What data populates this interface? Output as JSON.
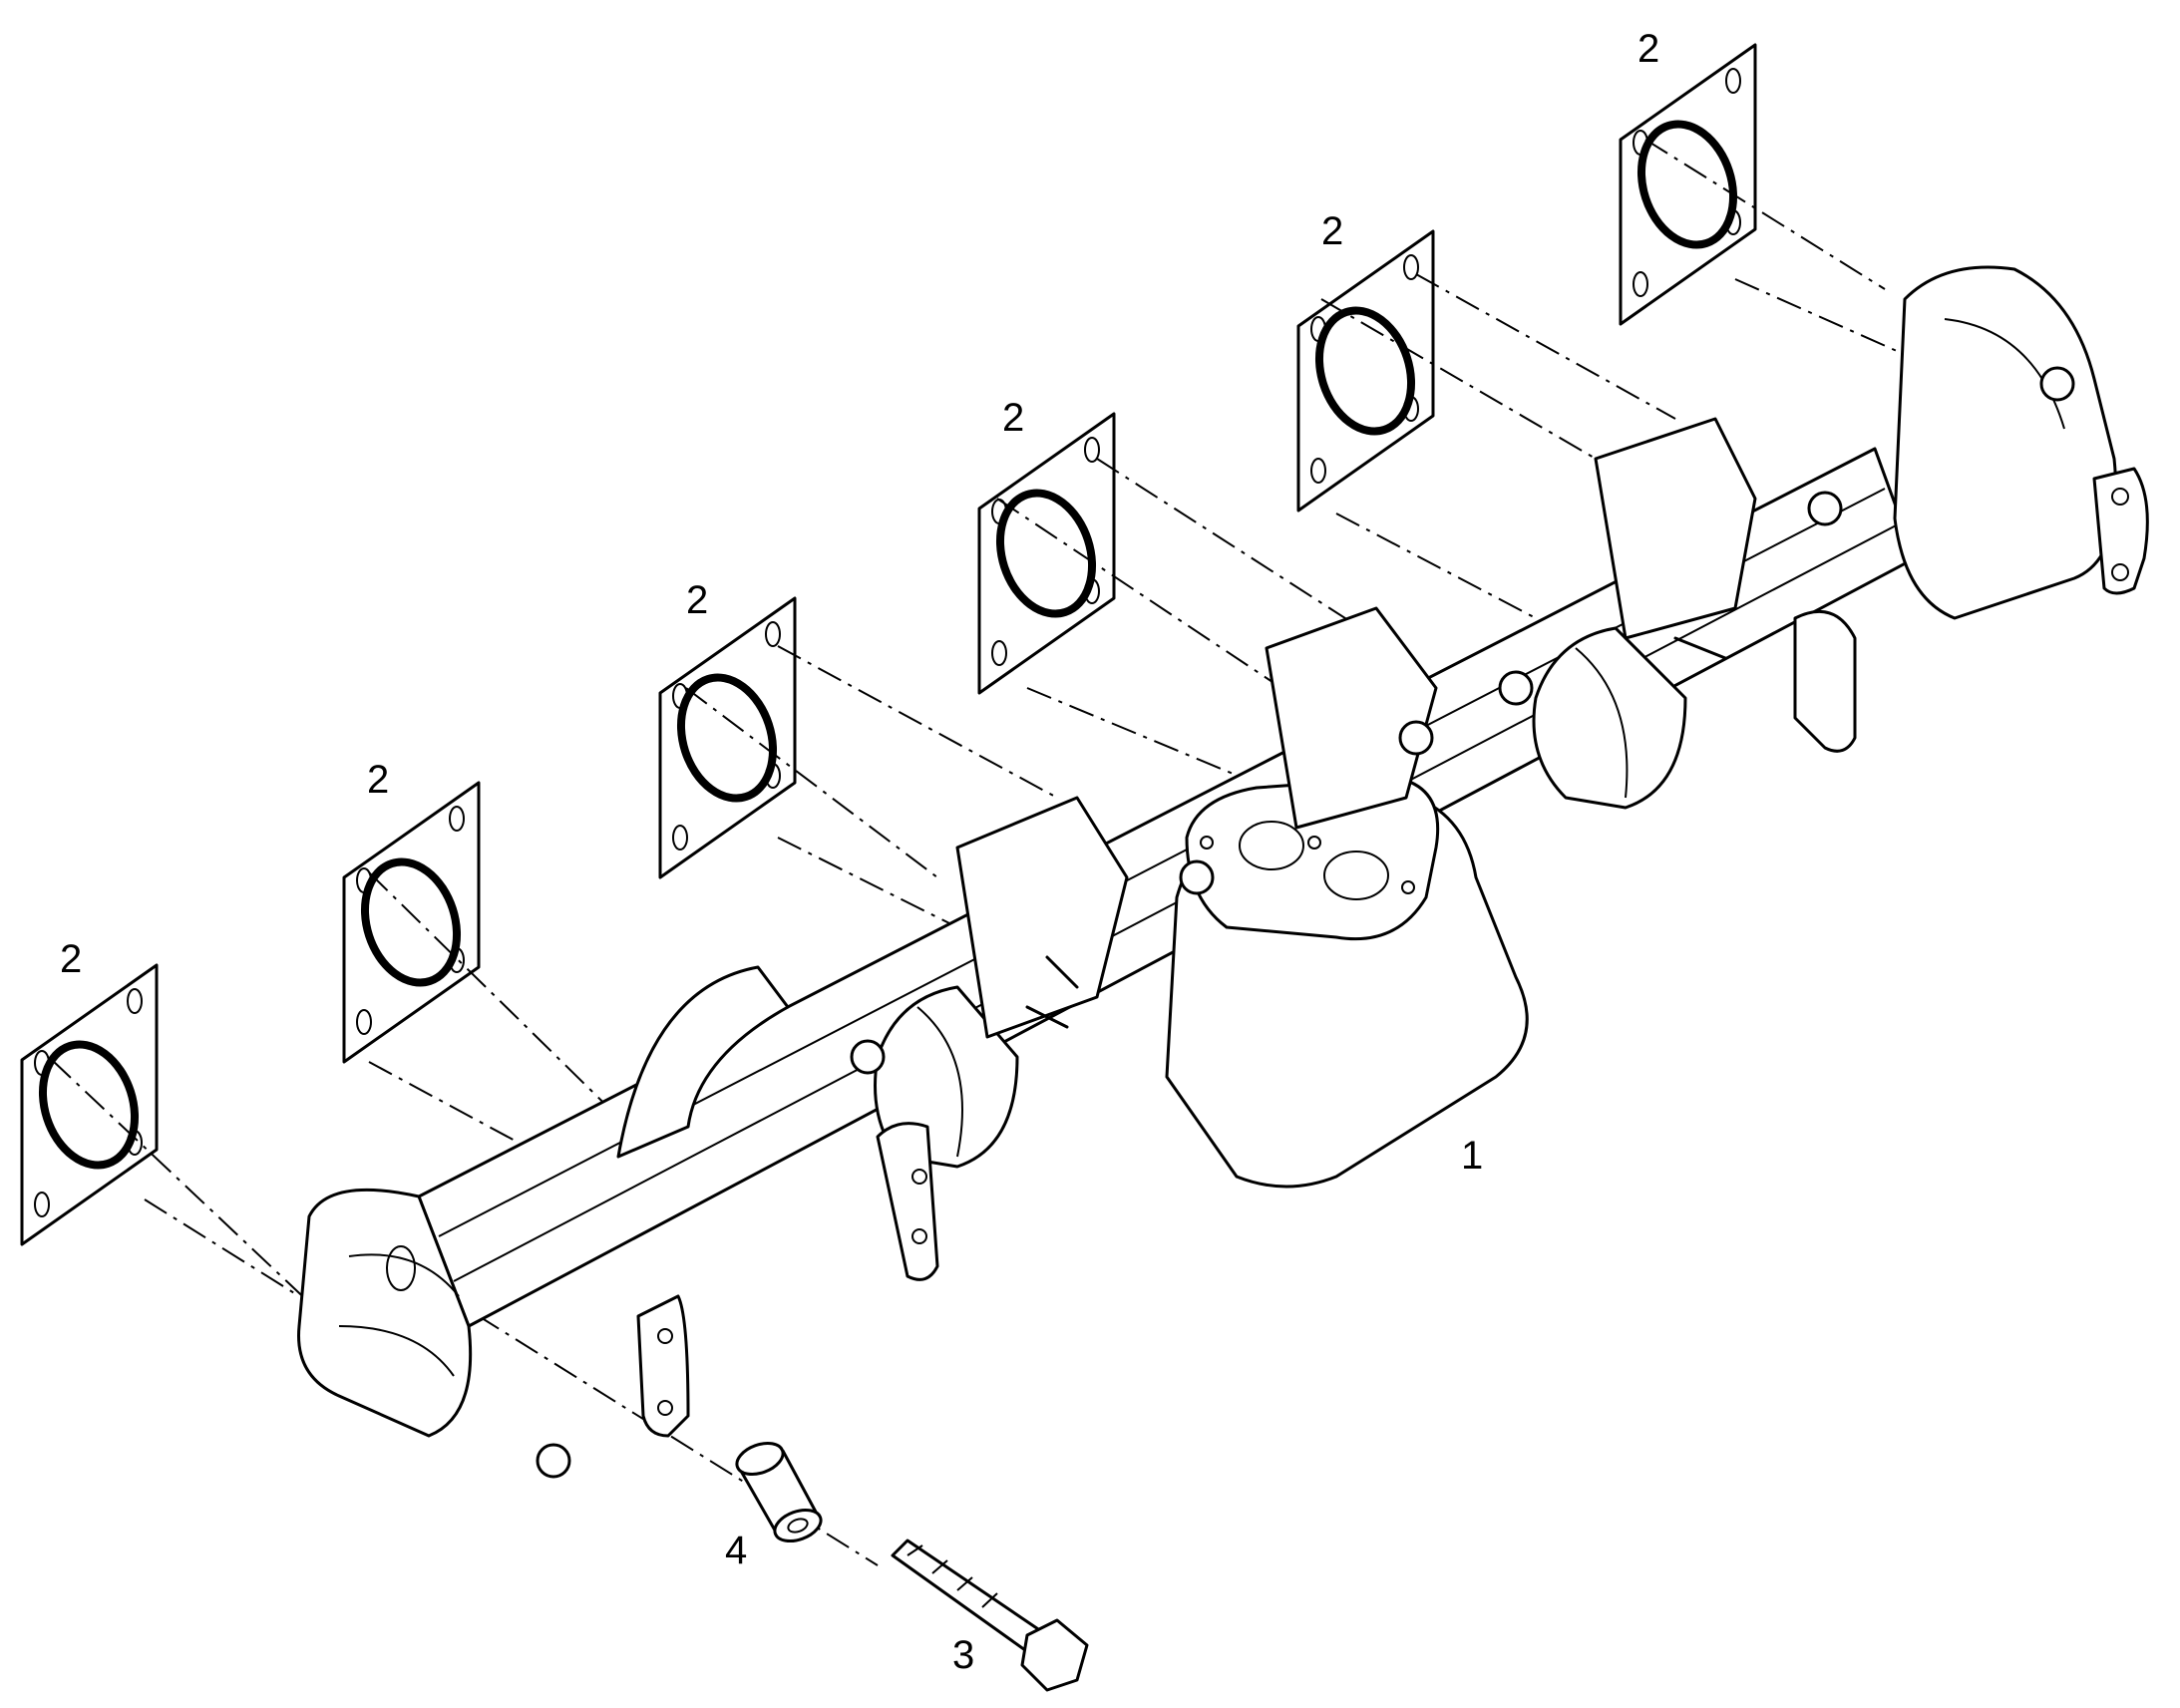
{
  "diagram": {
    "callouts": {
      "gasket_1": "2",
      "gasket_2": "2",
      "gasket_3": "2",
      "gasket_4": "2",
      "gasket_5": "2",
      "gasket_6": "2",
      "manifold": "1",
      "bolt": "3",
      "spacer": "4"
    }
  }
}
